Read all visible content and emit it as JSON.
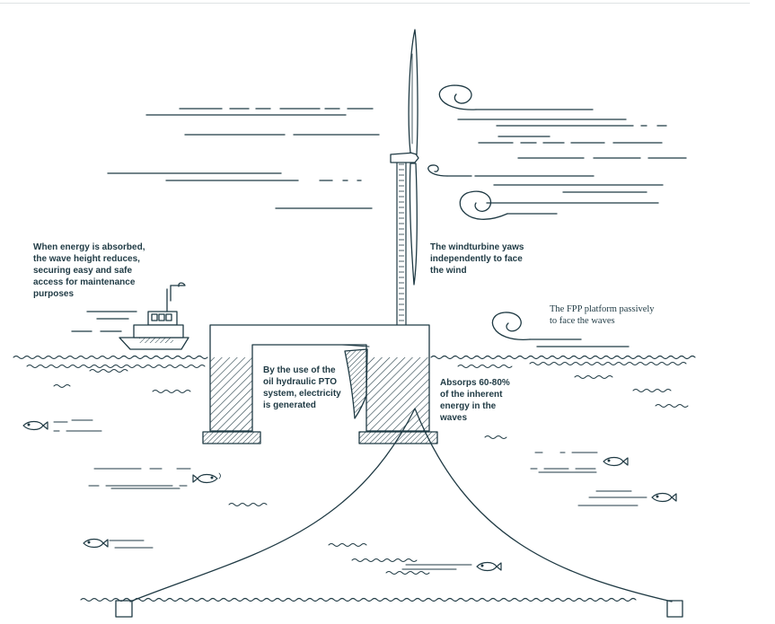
{
  "colors": {
    "ink": "#1f3a44",
    "background": "#ffffff"
  },
  "labels": {
    "wave_height": "When energy is absorbed,\nthe wave height reduces,\nsecuring easy and safe\naccess for maintenance\npurposes",
    "yaw_turbine": "The windturbine yaws\nindependently to face\nthe wind",
    "fpp_platform": "The FPP platform passively\nto face the waves",
    "pto_system": "By the use of the\noil hydraulic PTO\nsystem, electricity\nis generated",
    "absorbs": "Absorps 60-80%\nof the inherent\nenergy in the\nwaves"
  },
  "icons": [
    "wind-turbine-icon",
    "boat-icon",
    "wind-swirl-icon",
    "fish-icon",
    "mooring-anchor-icon",
    "wave-line-icon"
  ]
}
